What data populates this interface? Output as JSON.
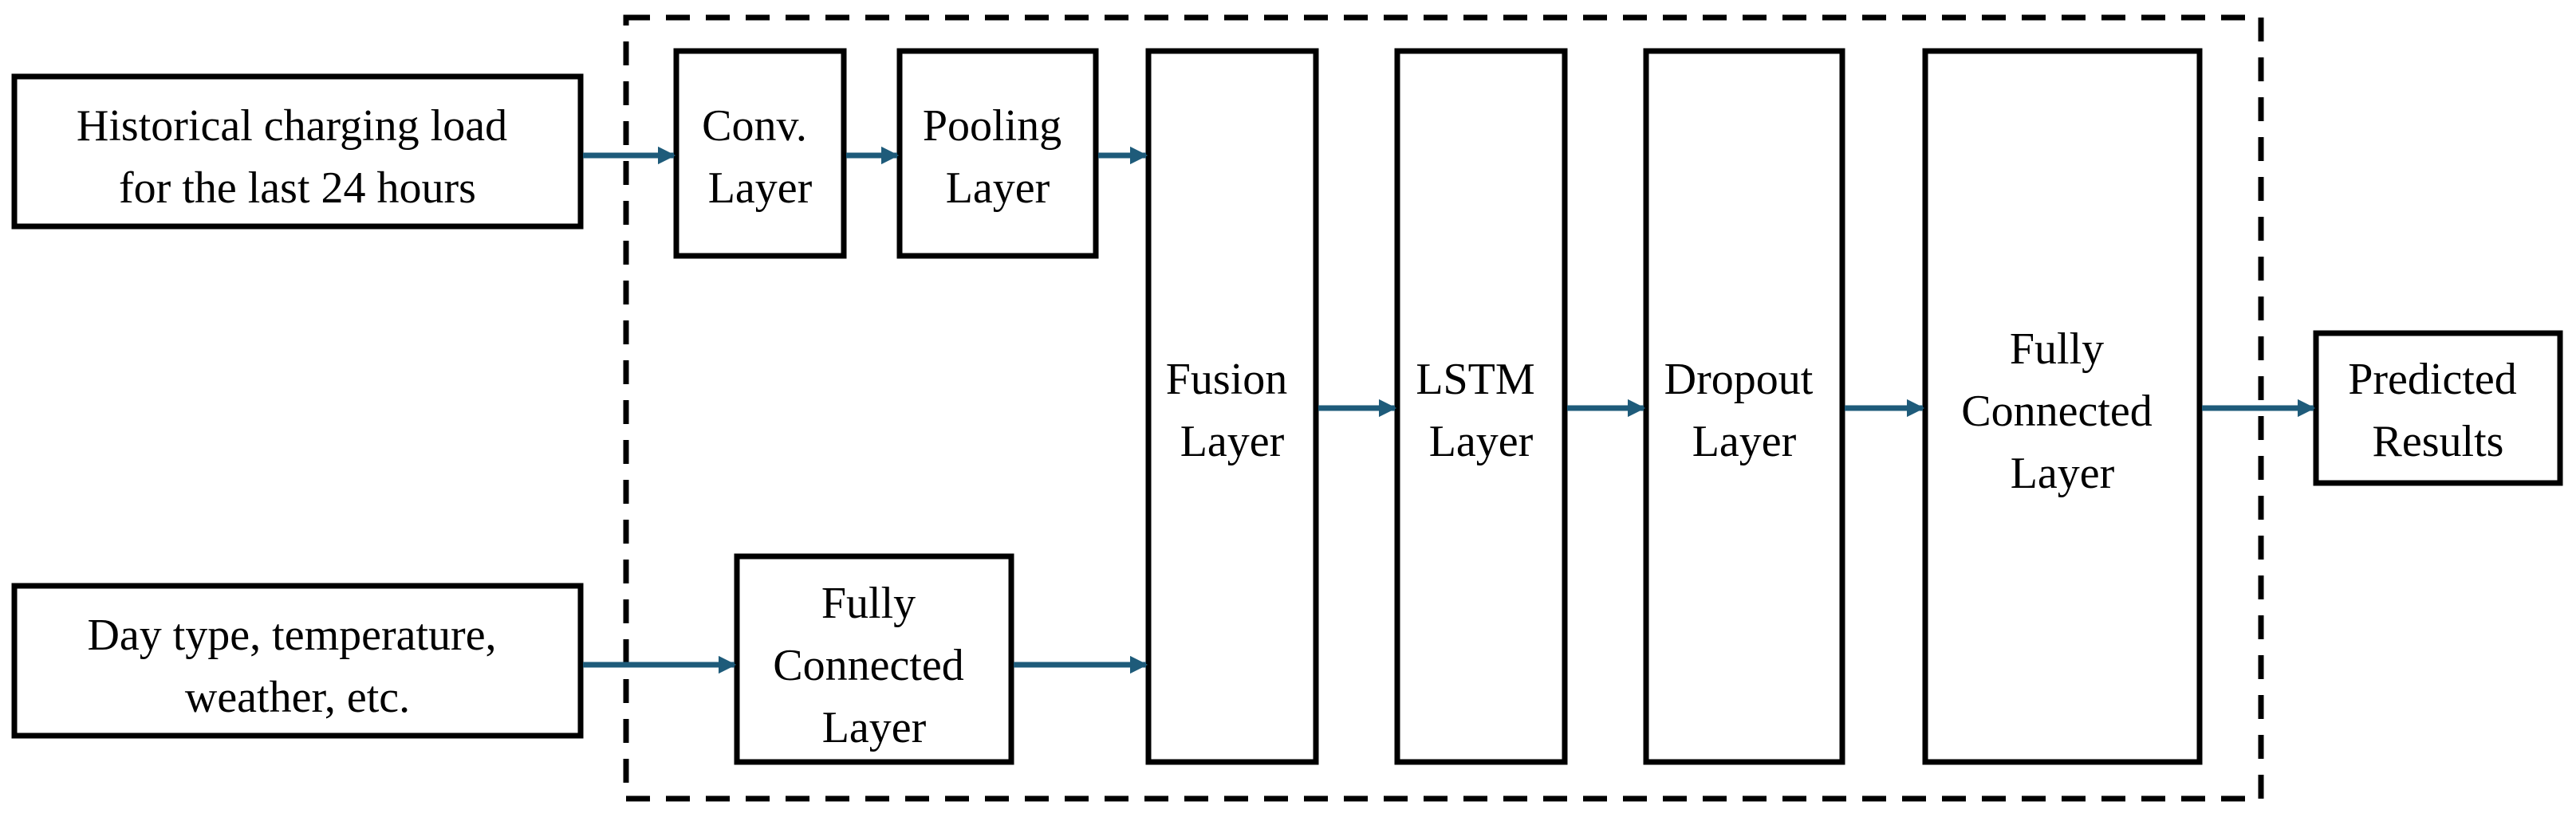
{
  "colors": {
    "arrow": "#1e5b7a",
    "box_stroke": "#000000",
    "background": "#ffffff"
  },
  "diagram": {
    "inputs": {
      "historical_load": [
        "Historical charging load",
        "for the last 24 hours"
      ],
      "exogenous": [
        "Day type, temperature,",
        "weather, etc."
      ]
    },
    "layers": {
      "conv": [
        "Conv.",
        "Layer"
      ],
      "pooling": [
        "Pooling",
        "Layer"
      ],
      "fc_input": [
        "Fully",
        "Connected",
        "Layer"
      ],
      "fusion": [
        "Fusion",
        "Layer"
      ],
      "lstm": [
        "LSTM",
        "Layer"
      ],
      "dropout": [
        "Dropout",
        "Layer"
      ],
      "fc_output": [
        "Fully",
        "Connected",
        "Layer"
      ]
    },
    "output": [
      "Predicted",
      "Results"
    ]
  }
}
